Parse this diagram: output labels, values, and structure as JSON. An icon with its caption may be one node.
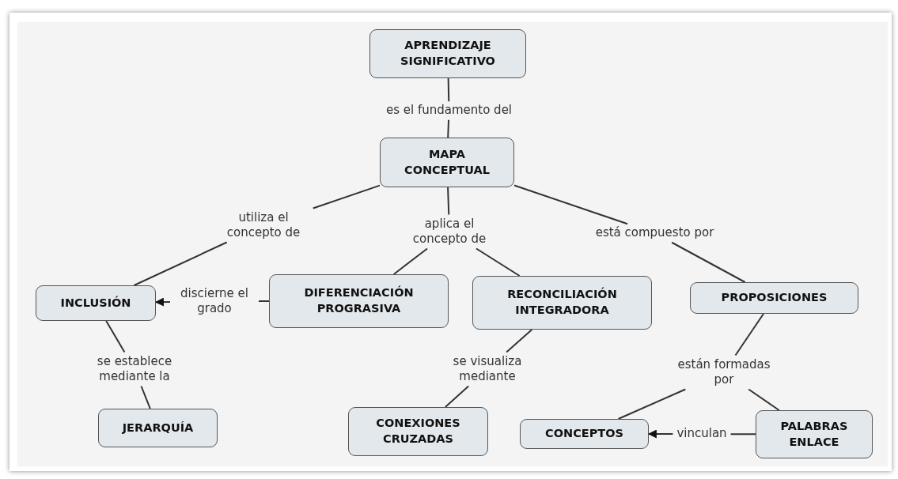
{
  "diagram": {
    "nodes": [
      {
        "text": [
          "APRENDIZAJE SIGNIFICATIVO"
        ]
      },
      {
        "text": [
          "es el fundamento  del"
        ]
      },
      {
        "text": [
          "MAPA CONCEPTUAL"
        ]
      },
      {
        "text": [
          "utiliza el concepto de"
        ]
      },
      {
        "text": [
          "aplica el concepto de"
        ]
      },
      {
        "text": [
          "está compuesto por"
        ]
      },
      {
        "text": [
          "INCLUSIÓN"
        ]
      },
      {
        "text": [
          "discierne el grado"
        ]
      },
      {
        "text": [
          "DIFERENCIACIÓN PROGRASIVA"
        ]
      },
      {
        "text": [
          "RECONCILIACIÓN INTEGRADORA"
        ]
      },
      {
        "text": [
          "PROPOSICIONES"
        ]
      },
      {
        "text": [
          "se establece mediante la"
        ]
      },
      {
        "text": [
          "se visualiza mediante"
        ]
      },
      {
        "text": [
          "están formadas por"
        ]
      },
      {
        "text": [
          "JERARQUÍA"
        ]
      },
      {
        "text": [
          "CONEXIONES CRUZADAS"
        ]
      },
      {
        "text": [
          "CONCEPTOS"
        ]
      },
      {
        "text": [
          "vinculan"
        ]
      },
      {
        "text": [
          "PALABRAS ENLACE"
        ]
      }
    ],
    "edges": [
      {
        "from": 0,
        "to": 1,
        "arrow": "none"
      },
      {
        "from": 1,
        "to": 2,
        "arrow": "none"
      },
      {
        "from": 2,
        "to": 3,
        "arrow": "none"
      },
      {
        "from": 3,
        "to": 6,
        "arrow": "none"
      },
      {
        "from": 2,
        "to": 4,
        "arrow": "none"
      },
      {
        "from": 4,
        "to": 8,
        "arrow": "none"
      },
      {
        "from": 4,
        "to": 9,
        "arrow": "none"
      },
      {
        "from": 2,
        "to": 5,
        "arrow": "none"
      },
      {
        "from": 5,
        "to": 10,
        "arrow": "none"
      },
      {
        "from": 8,
        "to": 7,
        "arrow": "none"
      },
      {
        "from": 7,
        "to": 6,
        "arrow": "to"
      },
      {
        "from": 6,
        "to": 11,
        "arrow": "none"
      },
      {
        "from": 11,
        "to": 14,
        "arrow": "none"
      },
      {
        "from": 9,
        "to": 12,
        "arrow": "none"
      },
      {
        "from": 12,
        "to": 15,
        "arrow": "none"
      },
      {
        "from": 10,
        "to": 13,
        "arrow": "none"
      },
      {
        "from": 13,
        "to": 16,
        "arrow": "none"
      },
      {
        "from": 13,
        "to": 18,
        "arrow": "none"
      },
      {
        "from": 18,
        "to": 17,
        "arrow": "none"
      },
      {
        "from": 17,
        "to": 16,
        "arrow": "to"
      }
    ]
  }
}
